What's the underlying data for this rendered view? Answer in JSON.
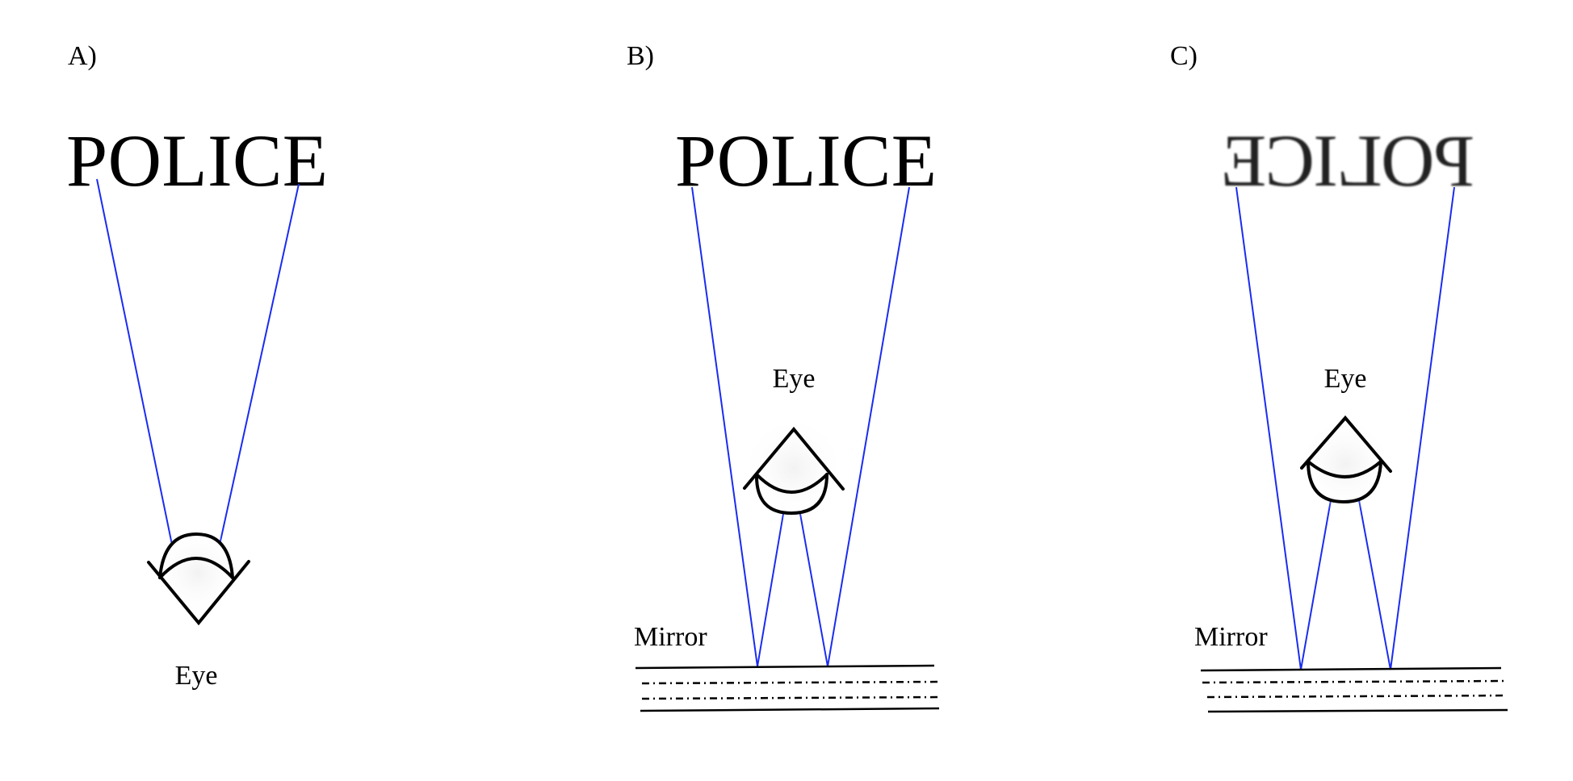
{
  "panels": [
    {
      "label": "A)",
      "sign_text": "POLICE",
      "eye_label": "Eye"
    },
    {
      "label": "B)",
      "sign_text": "POLICE",
      "eye_label": "Eye",
      "mirror_label": "Mirror"
    },
    {
      "label": "C)",
      "sign_text": "POLICE",
      "eye_label": "Eye",
      "mirror_label": "Mirror",
      "sign_mirrored": true
    }
  ],
  "colors": {
    "ray": "#1a2cf0",
    "ink": "#000000"
  }
}
